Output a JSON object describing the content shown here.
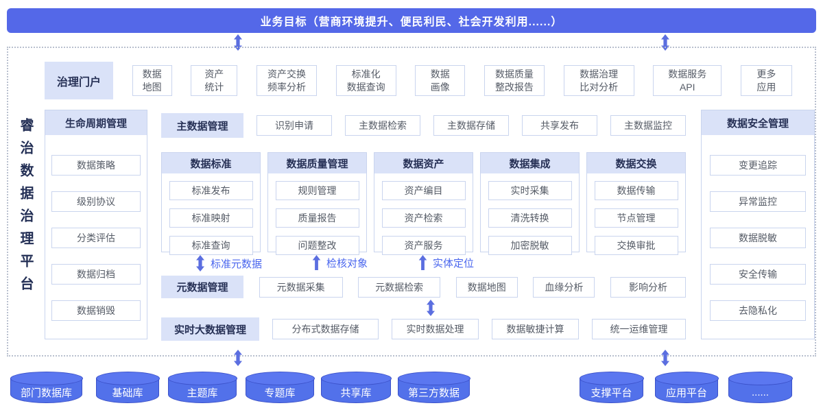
{
  "banner": {
    "title": "业务目标（营商环境提升、便民利民、社会开发利用......）"
  },
  "platform": {
    "title": "睿治数据治理平台"
  },
  "portal": {
    "header": "治理门户",
    "items": [
      {
        "line1": "数据",
        "line2": "地图"
      },
      {
        "line1": "资产",
        "line2": "统计"
      },
      {
        "line1": "资产交换",
        "line2": "频率分析"
      },
      {
        "line1": "标准化",
        "line2": "数据查询"
      },
      {
        "line1": "数据",
        "line2": "画像"
      },
      {
        "line1": "数据质量",
        "line2": "整改报告"
      },
      {
        "line1": "数据治理",
        "line2": "比对分析"
      },
      {
        "line1": "数据服务",
        "line2": "API"
      },
      {
        "line1": "更多",
        "line2": "应用"
      }
    ]
  },
  "lifecycle": {
    "header": "生命周期管理",
    "items": [
      "数据策略",
      "级别协议",
      "分类评估",
      "数据归档",
      "数据销毁"
    ]
  },
  "master_data": {
    "header": "主数据管理",
    "items": [
      "识别申请",
      "主数据检索",
      "主数据存储",
      "共享发布",
      "主数据监控"
    ]
  },
  "pillars": [
    {
      "header": "数据标准",
      "items": [
        "标准发布",
        "标准映射",
        "标准查询"
      ]
    },
    {
      "header": "数据质量管理",
      "items": [
        "规则管理",
        "质量报告",
        "问题整改"
      ]
    },
    {
      "header": "数据资产",
      "items": [
        "资产编目",
        "资产检索",
        "资产服务"
      ]
    },
    {
      "header": "数据集成",
      "items": [
        "实时采集",
        "清洗转换",
        "加密脱敏"
      ]
    },
    {
      "header": "数据交换",
      "items": [
        "数据传输",
        "节点管理",
        "交换审批"
      ]
    }
  ],
  "flow_labels": [
    {
      "label": "标准元数据",
      "arrow": "up-down"
    },
    {
      "label": "检核对象",
      "arrow": "up"
    },
    {
      "label": "实体定位",
      "arrow": "up"
    }
  ],
  "metadata": {
    "header": "元数据管理",
    "items": [
      "元数据采集",
      "元数据检索",
      "数据地图",
      "血缘分析",
      "影响分析"
    ]
  },
  "bigdata": {
    "header": "实时大数据管理",
    "items": [
      "分布式数据存储",
      "实时数据处理",
      "数据敏捷计算",
      "统一运维管理"
    ]
  },
  "security": {
    "header": "数据安全管理",
    "items": [
      "变更追踪",
      "异常监控",
      "数据脱敏",
      "安全传输",
      "去隐私化"
    ]
  },
  "databases": [
    "部门数据库",
    "基础库",
    "主题库",
    "专题库",
    "共享库",
    "第三方数据"
  ],
  "platforms": [
    "支撑平台",
    "应用平台",
    "......"
  ],
  "colors": {
    "primary_blue": "#5468e8",
    "cylinder_blue": "#5271ea",
    "cylinder_stroke": "#3b51c9",
    "header_bg": "#dae2f8",
    "navy_text": "#273156",
    "item_border": "#c9d4ee",
    "item_text": "#555b66",
    "flow_label_blue": "#4a66ee"
  }
}
